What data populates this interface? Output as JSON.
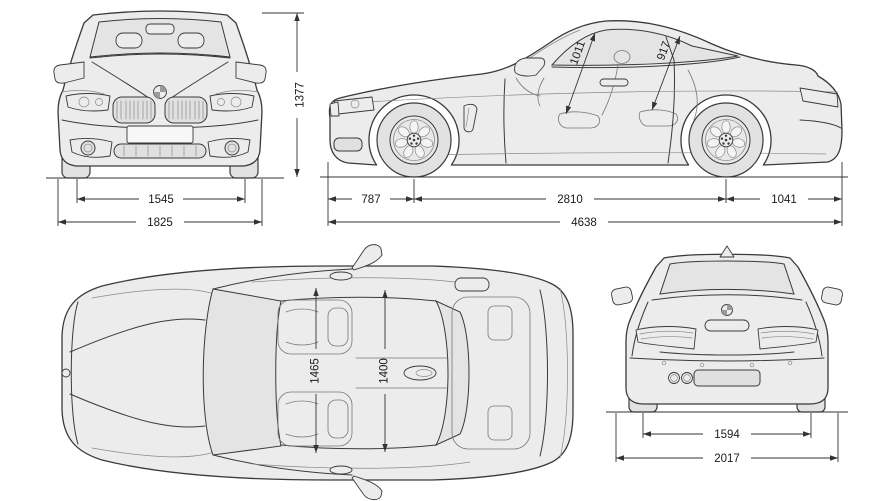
{
  "colors": {
    "background": "#ffffff",
    "line": "#3a3a3a",
    "body_fill": "#ececec",
    "glass_fill": "#e4e4e4",
    "dimension_line": "#333333"
  },
  "dimensions": {
    "front_view": {
      "overall_height": "1377",
      "front_track": "1545",
      "overall_width": "1825"
    },
    "side_view": {
      "front_overhang": "787",
      "wheelbase": "2810",
      "rear_overhang": "1041",
      "overall_length": "4638",
      "front_headroom": "1011",
      "rear_headroom": "917"
    },
    "top_view": {
      "front_interior_width": "1465",
      "rear_interior_width": "1400"
    },
    "rear_view": {
      "rear_track": "1594",
      "overall_width_incl_mirrors": "2017"
    }
  }
}
